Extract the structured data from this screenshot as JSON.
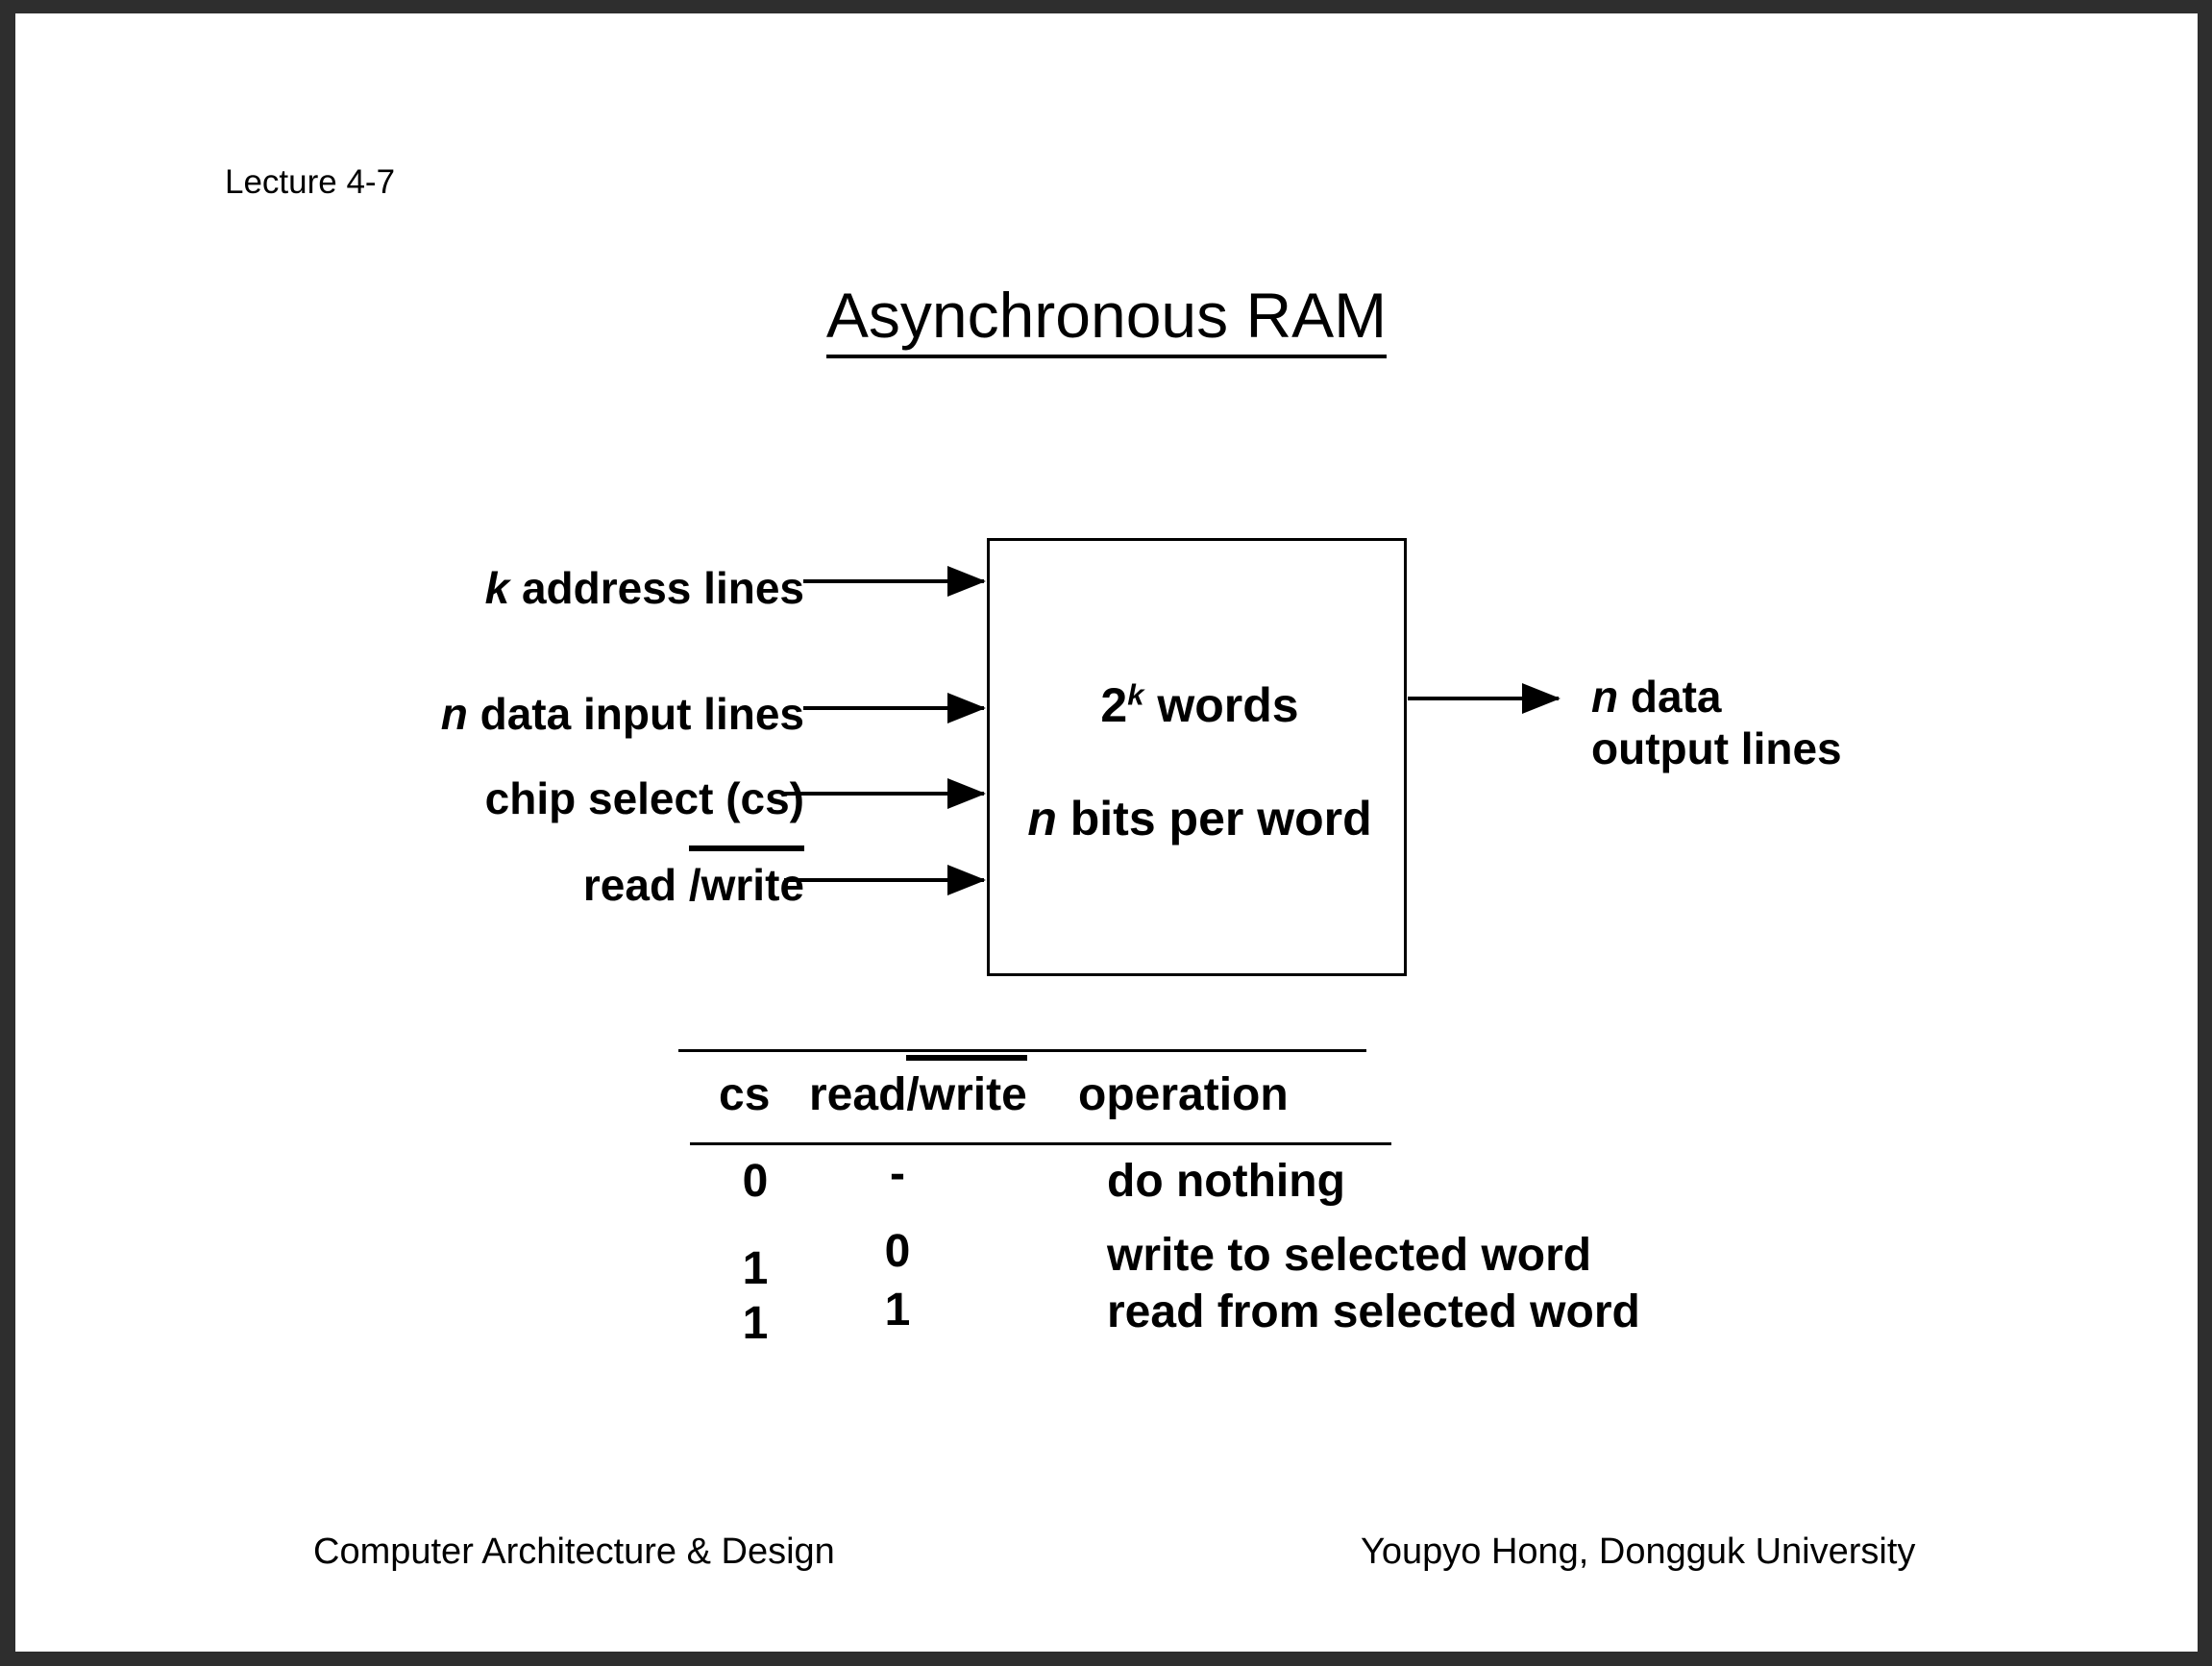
{
  "slide": {
    "lecture_label": "Lecture 4-7",
    "title": "Asynchronous RAM"
  },
  "diagram": {
    "box": {
      "line1_base": "2",
      "line1_sup": "k",
      "line1_rest": " words",
      "line2_var": "n",
      "line2_rest": " bits per word"
    },
    "inputs": [
      {
        "var": "k",
        "text": " address lines"
      },
      {
        "var": "n",
        "text": " data input lines"
      },
      {
        "var": "",
        "text": "chip select (cs)"
      },
      {
        "var": "",
        "text": "read ",
        "overlined": "/write"
      }
    ],
    "output": {
      "var": "n",
      "line1": " data",
      "line2": "output lines"
    }
  },
  "truth_table": {
    "headers": {
      "cs": "cs",
      "rw_prefix": "read",
      "rw_overlined": "/write",
      "operation": "operation"
    },
    "rows": [
      {
        "cs": "0",
        "rw": "-",
        "operation": "do nothing"
      },
      {
        "cs": "1",
        "rw": "0",
        "operation": "write to selected word"
      },
      {
        "cs": "1",
        "rw": "1",
        "operation": "read from selected word"
      }
    ]
  },
  "footer": {
    "left": "Computer Architecture & Design",
    "right": "Youpyo Hong, Dongguk University"
  },
  "colors": {
    "frame": "#2e2e2e",
    "slide": "#ffffff",
    "ink": "#000000"
  }
}
